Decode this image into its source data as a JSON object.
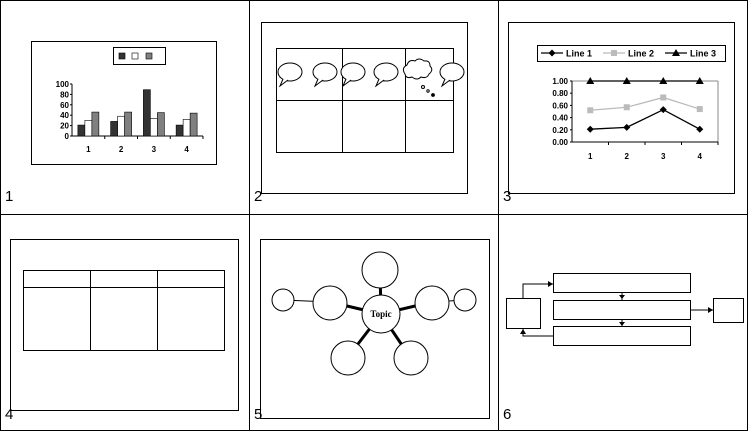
{
  "panels": [
    {
      "number": "1"
    },
    {
      "number": "2"
    },
    {
      "number": "3"
    },
    {
      "number": "4"
    },
    {
      "number": "5",
      "topic": "Topic"
    },
    {
      "number": "6"
    }
  ],
  "chart_data": [
    {
      "type": "bar",
      "categories": [
        "1",
        "2",
        "3",
        "4"
      ],
      "series": [
        {
          "name": "",
          "color": "#333333",
          "values": [
            21,
            28,
            89,
            21
          ]
        },
        {
          "name": "",
          "color": "#ffffff",
          "values": [
            30,
            38,
            34,
            32
          ]
        },
        {
          "name": "",
          "color": "#808080",
          "values": [
            46,
            46,
            45,
            44
          ]
        }
      ],
      "ylim": [
        0,
        100
      ],
      "yticks": [
        "0",
        "20",
        "40",
        "60",
        "80",
        "100"
      ],
      "legend": "top"
    },
    {
      "type": "line",
      "categories": [
        "1",
        "2",
        "3",
        "4"
      ],
      "series": [
        {
          "name": "Line 1",
          "color": "#000000",
          "marker": "diamond",
          "values": [
            0.21,
            0.24,
            0.53,
            0.21
          ]
        },
        {
          "name": "Line 2",
          "color": "#bbbbbb",
          "marker": "square",
          "values": [
            0.52,
            0.57,
            0.73,
            0.54
          ]
        },
        {
          "name": "Line 3",
          "color": "#000000",
          "marker": "triangle",
          "values": [
            1.0,
            1.0,
            1.0,
            1.0
          ]
        }
      ],
      "ylim": [
        0,
        1
      ],
      "yticks": [
        "0.00",
        "0.20",
        "0.40",
        "0.60",
        "0.80",
        "1.00"
      ],
      "legend": "top"
    }
  ]
}
